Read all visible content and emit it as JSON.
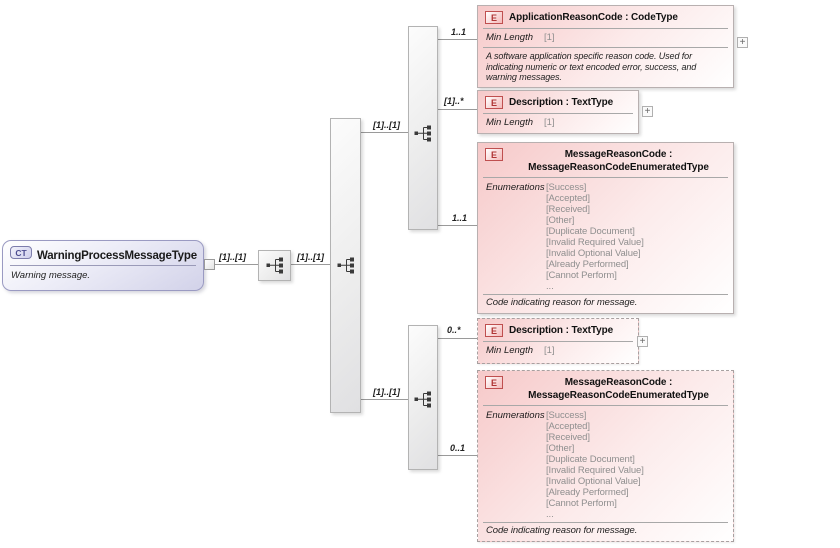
{
  "root": {
    "badge": "CT",
    "title": "WarningProcessMessageType",
    "description": "Warning message."
  },
  "edges": {
    "root_to_seq": "[1]..[1]",
    "seq_to_inner": "[1]..[1]",
    "inner_to_upper": "[1]..[1]",
    "inner_to_lower": "[1]..[1]",
    "upper_to_app": "1..1",
    "upper_to_desc": "[1]..*",
    "upper_to_mrc": "1..1",
    "lower_to_desc": "0..*",
    "lower_to_mrc": "0..1"
  },
  "expand_glyph": "+",
  "app": {
    "badge": "E",
    "title": "ApplicationReasonCode : CodeType",
    "facet": "Min Length",
    "facet_value": "[1]",
    "description": "A software application specific reason code. Used for indicating numeric or text encoded error, success, and warning messages."
  },
  "desc": {
    "badge": "E",
    "title": "Description : TextType",
    "facet": "Min Length",
    "facet_value": "[1]"
  },
  "mrc": {
    "badge": "E",
    "title": "MessageReasonCode : MessageReasonCodeEnumeratedType",
    "enum_label": "Enumerations",
    "enums": [
      "[Success]",
      "[Accepted]",
      "[Received]",
      "[Other]",
      "[Duplicate Document]",
      "[Invalid Required Value]",
      "[Invalid Optional Value]",
      "[Already Performed]",
      "[Cannot Perform]",
      "..."
    ],
    "description": "Code indicating reason for message."
  }
}
